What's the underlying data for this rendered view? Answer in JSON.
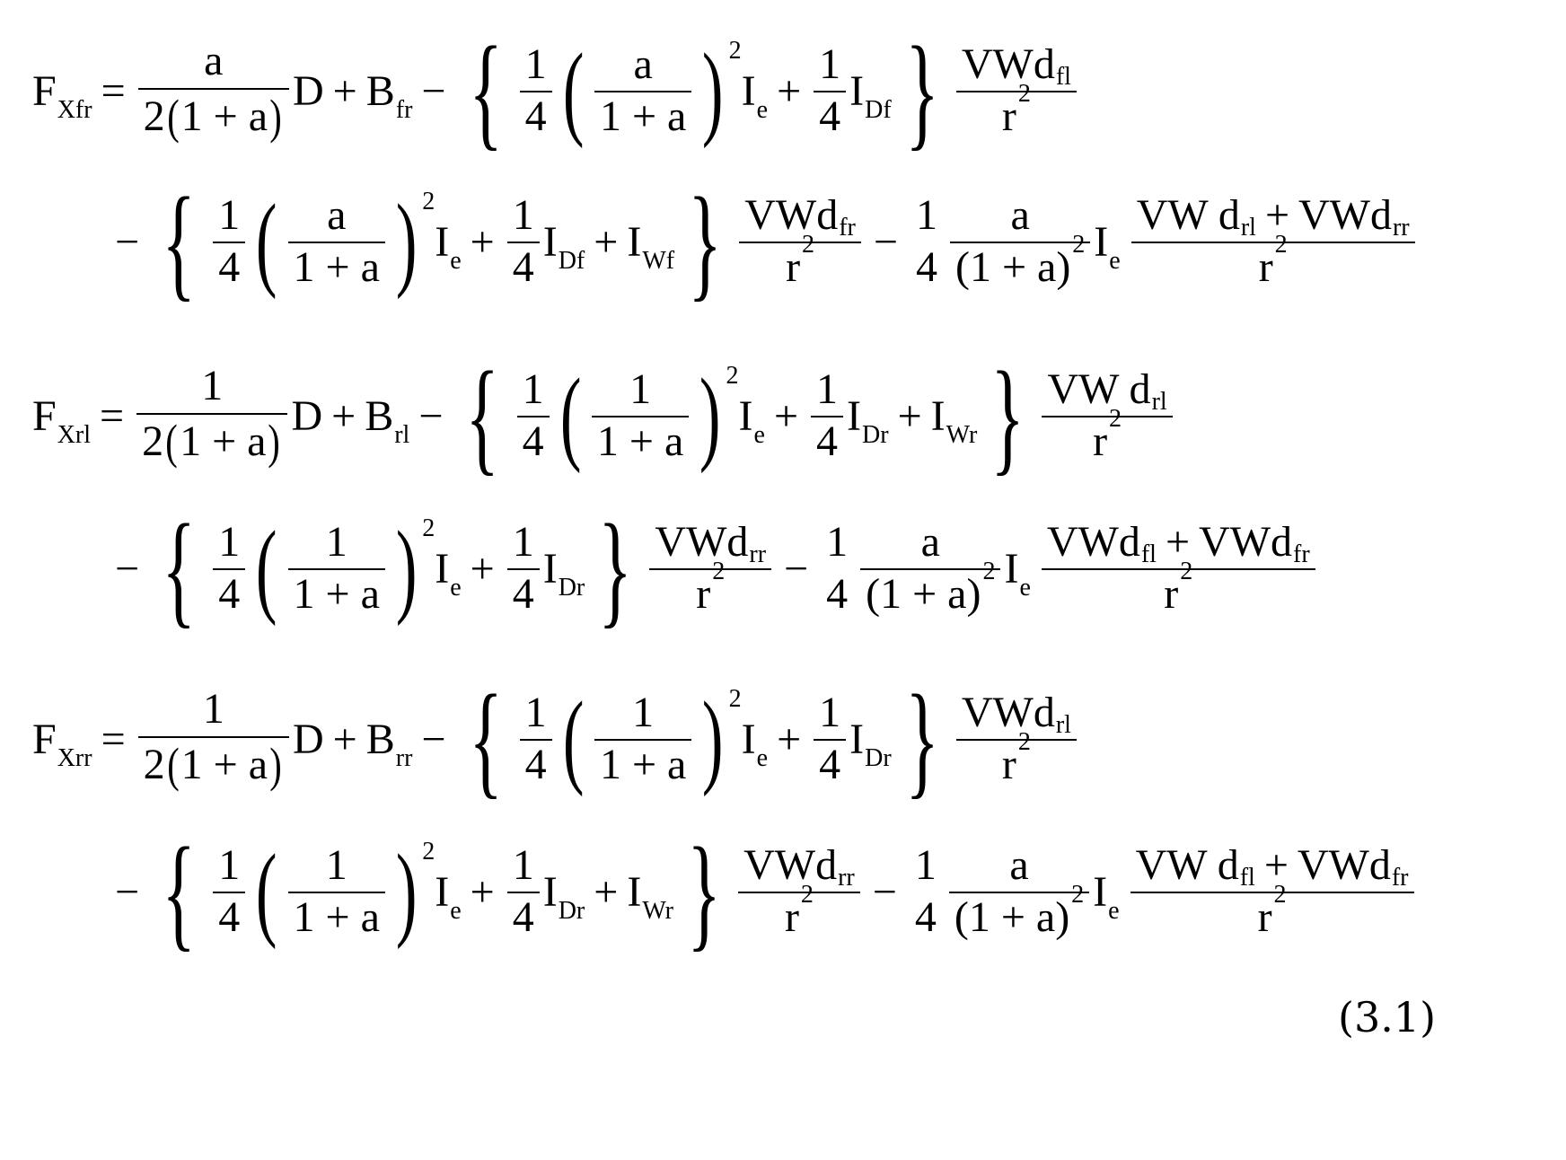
{
  "equations": [
    {
      "lhs": {
        "sym": "F",
        "sub": "Xfr"
      },
      "line1": {
        "coef": {
          "num": "a",
          "den_pre": "2",
          "den": "1 + a"
        },
        "D": "D",
        "B": "B",
        "B_sub": "fr",
        "inner_frac": {
          "num": "a",
          "den": "1 + a"
        },
        "power": "2",
        "Ie": "I",
        "Ie_sub": "e",
        "ID_sub": "Df",
        "IW_sub": "",
        "V": {
          "num": "VWd",
          "num_sub": "fl",
          "den": "r",
          "den_sup": "2"
        }
      },
      "line2": {
        "inner_frac": {
          "num": "a",
          "den": "1 + a"
        },
        "power": "2",
        "ID_sub": "Df",
        "IW_sub": "Wf",
        "V": {
          "num": "VWd",
          "num_sub": "fr",
          "den": "r",
          "den_sup": "2"
        },
        "tail": {
          "coef_num": "1",
          "coef_den": "4",
          "a_num": "a",
          "a_den": "(1 + a)",
          "a_den_sup": "2",
          "V_num_a": "VW d",
          "V_num_a_sub": "rl",
          "V_num_b": "VWd",
          "V_num_b_sub": "rr",
          "V_den": "r",
          "V_den_sup": "2"
        }
      }
    },
    {
      "lhs": {
        "sym": "F",
        "sub": "Xrl"
      },
      "line1": {
        "coef": {
          "num": "1",
          "den_pre": "2",
          "den": "1 + a"
        },
        "D": "D",
        "B": "B",
        "B_sub": "rl",
        "inner_frac": {
          "num": "1",
          "den": "1 + a"
        },
        "power": "2",
        "ID_sub": "Dr",
        "IW_sub": "Wr",
        "V": {
          "num": "VW d",
          "num_sub": "rl",
          "den": "r",
          "den_sup": "2"
        }
      },
      "line2": {
        "inner_frac": {
          "num": "1",
          "den": "1 + a"
        },
        "power": "2",
        "ID_sub": "Dr",
        "IW_sub": "",
        "V": {
          "num": "VWd",
          "num_sub": "rr",
          "den": "r",
          "den_sup": "2"
        },
        "tail": {
          "coef_num": "1",
          "coef_den": "4",
          "a_num": "a",
          "a_den": "(1 + a)",
          "a_den_sup": "2",
          "V_num_a": "VWd",
          "V_num_a_sub": "fl",
          "V_num_b": "VWd",
          "V_num_b_sub": "fr",
          "V_den": "r",
          "V_den_sup": "2"
        }
      }
    },
    {
      "lhs": {
        "sym": "F",
        "sub": "Xrr"
      },
      "line1": {
        "coef": {
          "num": "1",
          "den_pre": "2",
          "den": "1 + a"
        },
        "D": "D",
        "B": "B",
        "B_sub": "rr",
        "inner_frac": {
          "num": "1",
          "den": "1 + a"
        },
        "power": "2",
        "ID_sub": "Dr",
        "IW_sub": "",
        "V": {
          "num": "VWd",
          "num_sub": "rl",
          "den": "r",
          "den_sup": "2"
        }
      },
      "line2": {
        "inner_frac": {
          "num": "1",
          "den": "1 + a"
        },
        "power": "2",
        "ID_sub": "Dr",
        "IW_sub": "Wr",
        "V": {
          "num": "VWd",
          "num_sub": "rr",
          "den": "r",
          "den_sup": "2"
        },
        "tail": {
          "coef_num": "1",
          "coef_den": "4",
          "a_num": "a",
          "a_den": "(1 + a)",
          "a_den_sup": "2",
          "V_num_a": "VW d",
          "V_num_a_sub": "fl",
          "V_num_b": "VWd",
          "V_num_b_sub": "fr",
          "V_den": "r",
          "V_den_sup": "2"
        }
      }
    }
  ],
  "quarter": {
    "num": "1",
    "den": "4"
  },
  "symbols": {
    "I": "I",
    "e": "e",
    "plus": "+",
    "minus": "−",
    "eq": "="
  },
  "equation_number": "(3.1)"
}
